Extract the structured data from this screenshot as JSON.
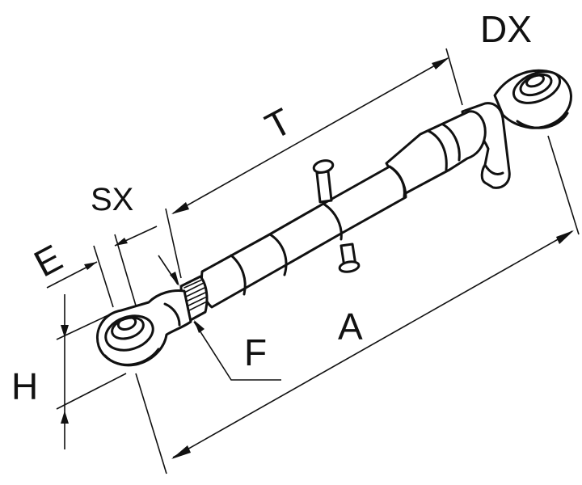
{
  "diagram": {
    "labels": {
      "dx": "DX",
      "sx": "SX",
      "t": "T",
      "e": "E",
      "h": "H",
      "f": "F",
      "a": "A"
    }
  }
}
